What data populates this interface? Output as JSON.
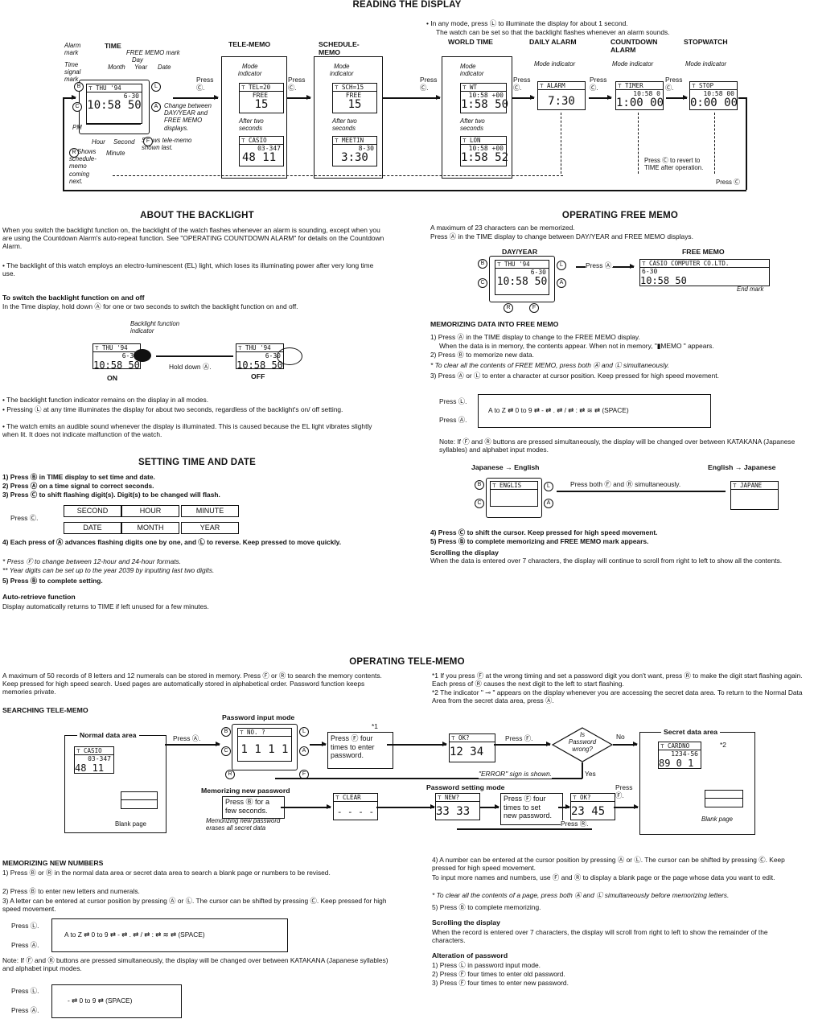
{
  "reading": {
    "title": "READING THE DISPLAY",
    "backlight_note_1": "• In any mode, press Ⓛ to illuminate the display for about 1 second.",
    "backlight_note_2": "The watch can be set so that the backlight flashes whenever an alarm sounds.",
    "modes": {
      "time": "TIME",
      "tele": "TELE-MEMO",
      "sched": "SCHEDULE-\nMEMO",
      "world": "WORLD TIME",
      "daily": "DAILY ALARM",
      "count": "COUNTDOWN\nALARM",
      "stop": "STOPWATCH"
    },
    "time_labels": {
      "alarm_mark": "Alarm\nmark",
      "free_memo_mark": "FREE MEMO mark",
      "day": "Day",
      "month": "Month",
      "year": "Year",
      "date": "Date",
      "time_signal": "Time\nsignal\nmark",
      "pm": "PM",
      "hour": "Hour",
      "second": "Second",
      "minute": "Minute",
      "change": "Change between\nDAY/YEAR and\nFREE MEMO\ndisplays.",
      "shows_tele": "Shows tele-memo\nshown last.",
      "shows_sched": "Ⓡ Shows\nschedule-\nmemo\ncoming\nnext."
    },
    "press_c": "Press\nⒸ.",
    "mode_indicator": "Mode\nindicator",
    "mode_indicator_inline": "Mode indicator",
    "after_two": "After two\nseconds",
    "revert": "Press Ⓒ to revert to\nTIME after operation.",
    "press_c_end": "Press Ⓒ",
    "lcd": {
      "time_top": "⊤ THU '94",
      "time_l2": "6-30",
      "time_big": "10:58 50",
      "tele_top": "⊤ TEL=20",
      "tele_l2": "FREE",
      "tele_big": "15",
      "tele2_top": "⊤ CASIO",
      "tele2_l2": "03-347",
      "tele2_big": "48 11",
      "sch_top": "⊤ SCH=15",
      "sch_l2": "FREE",
      "sch_big": "15",
      "sch2_top": "⊤ MEETIN",
      "sch2_l2": "8-30",
      "sch2_big": "3:30",
      "wt_top": "⊤ WT",
      "wt_l2": "10:58 +00",
      "wt_big": "1:58 50",
      "wt2_top": "⊤ LON",
      "wt2_l2": "10:58 +00",
      "wt2_big": "1:58 52",
      "al_top": "⊤ ALARM",
      "al_big": "7:30",
      "tm_top": "⊤ TIMER",
      "tm_l2": "10:58   0",
      "tm_big": "1:00 00",
      "sw_top": "⊤ STOP",
      "sw_l2": "10:58  00",
      "sw_big": "0:00 00"
    }
  },
  "backlight": {
    "title": "ABOUT THE BACKLIGHT",
    "p1": "When you switch the backlight function on, the backlight of the watch flashes whenever an alarm is sounding, except when you are using the Countdown Alarm's auto-repeat function. See \"OPERATING COUNTDOWN ALARM\" for details on the Countdown Alarm.",
    "p2": "• The backlight of this watch employs an electro-luminescent (EL) light, which loses its illuminating power after very long time use.",
    "switch_title": "To switch the backlight function on and off",
    "switch_text": "In the Time display, hold down Ⓐ for one or two seconds to switch the backlight function on and off.",
    "indicator": "Backlight function\nindicator",
    "hold": "Hold down Ⓐ.",
    "on": "ON",
    "off": "OFF",
    "b1": "• The backlight function indicator remains on the display in all modes.",
    "b2": "• Pressing Ⓛ at any time illuminates the display for about two seconds, regardless of the backlight's on/ off setting.",
    "b3": "• The watch emits an audible sound whenever the display is illuminated. This is caused because the EL light vibrates slightly when lit. It does not indicate malfunction of the watch."
  },
  "setting": {
    "title": "SETTING TIME AND DATE",
    "s1": "1) Press Ⓑ in TIME display to set time and date.",
    "s2": "2) Press Ⓐ on a time signal to correct seconds.",
    "s3": "3) Press Ⓒ to shift flashing digit(s).  Digit(s) to be changed will flash.",
    "press_c": "Press Ⓒ.",
    "cycle": [
      "SECOND",
      "HOUR",
      "MINUTE",
      "DATE",
      "MONTH",
      "YEAR"
    ],
    "s4": "4) Each press of Ⓐ advances flashing digits one by one, and Ⓛ to reverse.  Keep pressed to move quickly.",
    "n1": "*  Press Ⓕ to change between 12-hour and 24-hour formats.",
    "n2": "** Year digits can be set up to the year 2039 by inputting last two digits.",
    "s5": "5) Press Ⓑ to complete setting.",
    "auto_title": "Auto-retrieve function",
    "auto_text": "Display automatically returns to TIME if left unused for a few minutes."
  },
  "freememo": {
    "title": "OPERATING FREE MEMO",
    "p1": "A maximum of 23 characters can be memorized.",
    "p2": "Press Ⓐ in the TIME display to change between DAY/YEAR and FREE MEMO displays.",
    "dayyear": "DAY/YEAR",
    "free": "FREE MEMO",
    "press_a": "Press Ⓐ.",
    "free_lcd": "⊤ CASIO  COMPUTER  CO.LTD.",
    "end_mark": "End mark",
    "mem_title": "MEMORIZING DATA INTO FREE MEMO",
    "m1": "1) Press Ⓐ in the TIME display to change to the FREE MEMO display.",
    "m1b": "When the data is in memory, the contents appear. When not in memory, \"▮MEMO \" appears.",
    "m2": "2) Press Ⓑ to memorize new data.",
    "m2n": "*  To clear all the contents of FREE MEMO, press both Ⓐ and Ⓛ simultaneously.",
    "m3": "3) Press Ⓐ or Ⓛ to enter a character at cursor position.  Keep pressed for high speed movement.",
    "press_l": "Press Ⓛ.",
    "press_a2": "Press Ⓐ.",
    "seq": "A to Z  ⇄  0 to 9  ⇄  -  ⇄  .  ⇄  /  ⇄  :  ⇄  ≋  ⇄  (SPACE)",
    "note": "Note: If Ⓕ and Ⓡ buttons are pressed simultaneously, the display will be changed over between KATAKANA (Japanese syllables) and alphabet input modes.",
    "je": "Japanese → English",
    "ej": "English → Japanese",
    "engl_lcd": "⊤ ENGLIS",
    "jap_lcd": "⊤ JAPANE",
    "both": "Press both Ⓕ and Ⓡ simultaneously.",
    "m4": "4) Press Ⓒ to shift the cursor.  Keep pressed for high speed movement.",
    "m5": "5) Press Ⓑ to complete memorizing and FREE MEMO mark appears.",
    "scroll_title": "Scrolling the display",
    "scroll_text": "When the data is entered over 7 characters, the display will continue to scroll from right to left to show all the contents."
  },
  "telememo": {
    "title": "OPERATING TELE-MEMO",
    "p1": "A maximum of 50 records of 8 letters and 12 numerals can be stored in memory.  Press Ⓕ or Ⓡ to search the memory contents.  Keep pressed for high speed search.  Used pages are automatically stored in alphabetical order.  Password function keeps memories private.",
    "n1": "*1  If you press Ⓕ at the wrong timing and set a password digit you don't want, press Ⓡ to make the digit start flashing again.  Each press of Ⓡ causes the next digit to the left to start flashing.",
    "n2": "*2  The indicator \" ⊸ \" appears on the display whenever you are accessing the secret data area.  To return to the Normal Data Area from the secret data area, press Ⓐ.",
    "search_title": "SEARCHING TELE-MEMO",
    "normal": "Normal data area",
    "secret": "Secret data area",
    "pwd_input": "Password input mode",
    "press_a": "Press Ⓐ.",
    "press_f_four": "Press Ⓕ four\ntimes to enter\npassword.",
    "star1": "*1",
    "star2": "*2",
    "press_f": "Press Ⓕ.",
    "wrong": "Is\nPassword\nwrong?",
    "no": "No",
    "yes": "Yes",
    "error": "\"ERROR\" sign is shown.",
    "mem_new_pwd": "Memorizing new password",
    "press_b_few": "Press Ⓑ for a\nfew seconds.",
    "erases": "Memorizing new password\nerases all secret data",
    "pwd_set": "Password setting mode",
    "press_f_set": "Press Ⓕ four\ntimes to set\nnew password.",
    "press_f2": "Press\nⒻ.",
    "press_r": "Press Ⓡ.",
    "blank": "Blank page",
    "lcd": {
      "casio": "⊤ CASIO",
      "casio2": "03-347",
      "casio3": "48 11",
      "no": "⊤ NO. ?",
      "no_big": "1 1 1 1",
      "ok": "⊤ OK?",
      "ok_big": "12 34",
      "card": "⊤ CARDNO",
      "card2": "1234-56",
      "card3": "89 0 1",
      "clear": "⊤ CLEAR",
      "clear_big": "- - - -",
      "new": "⊤ NEW?",
      "new_big": "33 33",
      "ok2": "⊤ OK?",
      "ok2_big": "23 45"
    },
    "mem_title": "MEMORIZING NEW NUMBERS",
    "m1": "1) Press Ⓑ or Ⓡ in the normal data area or secret data area to search a blank page or numbers to be revised.",
    "m2": "2) Press Ⓑ to enter new letters and numerals.",
    "m3": "3) A letter can be entered at cursor position by pressing Ⓐ or Ⓛ.  The cursor can be shifted by pressing Ⓒ.  Keep pressed for high speed movement.",
    "press_l": "Press Ⓛ.",
    "press_a2": "Press Ⓐ.",
    "seq": "A to Z  ⇄  0 to 9  ⇄  -  ⇄  .  ⇄  /  ⇄  :  ⇄  ≋  ⇄  (SPACE)",
    "seq2": "-  ⇄  0 to 9  ⇄  (SPACE)",
    "note": "Note:  If Ⓕ and Ⓡ buttons are pressed simultaneously, the display will be changed over between KATAKANA (Japanese syllables) and alphabet input modes.",
    "m4": "4) A number can be entered at the cursor position by pressing Ⓐ or Ⓛ.  The cursor can be shifted by pressing Ⓒ.  Keep pressed for high speed movement.",
    "m4b": "To input more names and numbers, use Ⓕ and Ⓡ to display a blank page or the page whose data you want to edit.",
    "m4n": "*  To clear all the contents of a page, press both Ⓐ and Ⓛ simultaneously before memorizing letters.",
    "m5": "5) Press Ⓑ to complete memorizing.",
    "scroll_title": "Scrolling the display",
    "scroll_text": "When the record is entered over 7 characters, the display will scroll from right to left to show the remainder of the characters.",
    "alt_title": "Alteration of password",
    "a1": "1) Press Ⓛ in password input mode.",
    "a2": "2) Press Ⓕ four times to enter old password.",
    "a3": "3) Press Ⓕ four times to enter new password."
  }
}
